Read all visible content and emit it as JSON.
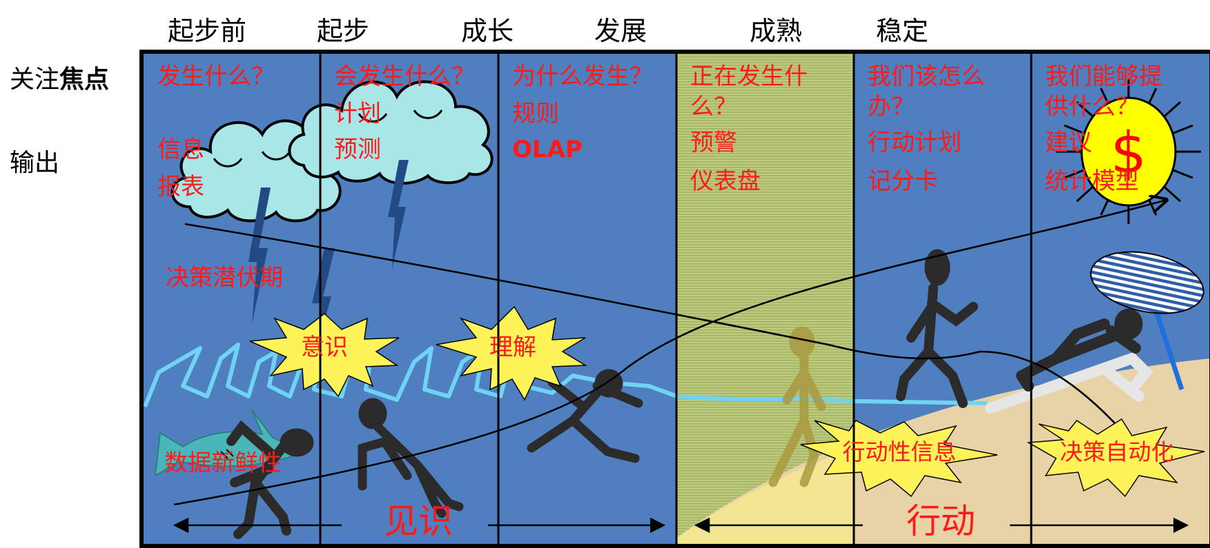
{
  "stages": [
    "起步前",
    "起步",
    "成长",
    "发展",
    "成熟",
    "稳定"
  ],
  "row_labels": {
    "focus_prefix": "关注",
    "focus_bold": "焦点",
    "output": "输出"
  },
  "columns": [
    {
      "question": [
        "发生什么？"
      ],
      "outputs": [
        "信息",
        "报表"
      ]
    },
    {
      "question": [
        "会发生什么？"
      ],
      "outputs": [
        "计划",
        "预测"
      ]
    },
    {
      "question": [
        "为什么发生？"
      ],
      "outputs": [
        "规则",
        "OLAP"
      ]
    },
    {
      "question": [
        "正在发生什",
        "么？"
      ],
      "outputs": [
        "预警",
        "仪表盘"
      ]
    },
    {
      "question": [
        "我们该怎么",
        "办？"
      ],
      "outputs": [
        "行动计划",
        "记分卡"
      ]
    },
    {
      "question": [
        "我们能够提",
        "供什么？"
      ],
      "outputs": [
        "建议",
        "统计模型"
      ]
    }
  ],
  "annotations": {
    "latency": "决策潜伏期",
    "awareness": "意识",
    "understanding": "理解",
    "actionable_info": "行动性信息",
    "automation": "决策自动化",
    "data_freshness": "数据新鲜性",
    "insight": "见识",
    "action": "行动",
    "dollar": "$"
  },
  "colors": {
    "panel_blue": "#4f7fbf",
    "highlight_green": "#a8b86a",
    "label_red": "#ff1a1a",
    "burst_yellow": "#fff35a",
    "sand": "#e8d3a6",
    "cloud": "#a8e6e8",
    "wave": "#6fd3f5"
  }
}
